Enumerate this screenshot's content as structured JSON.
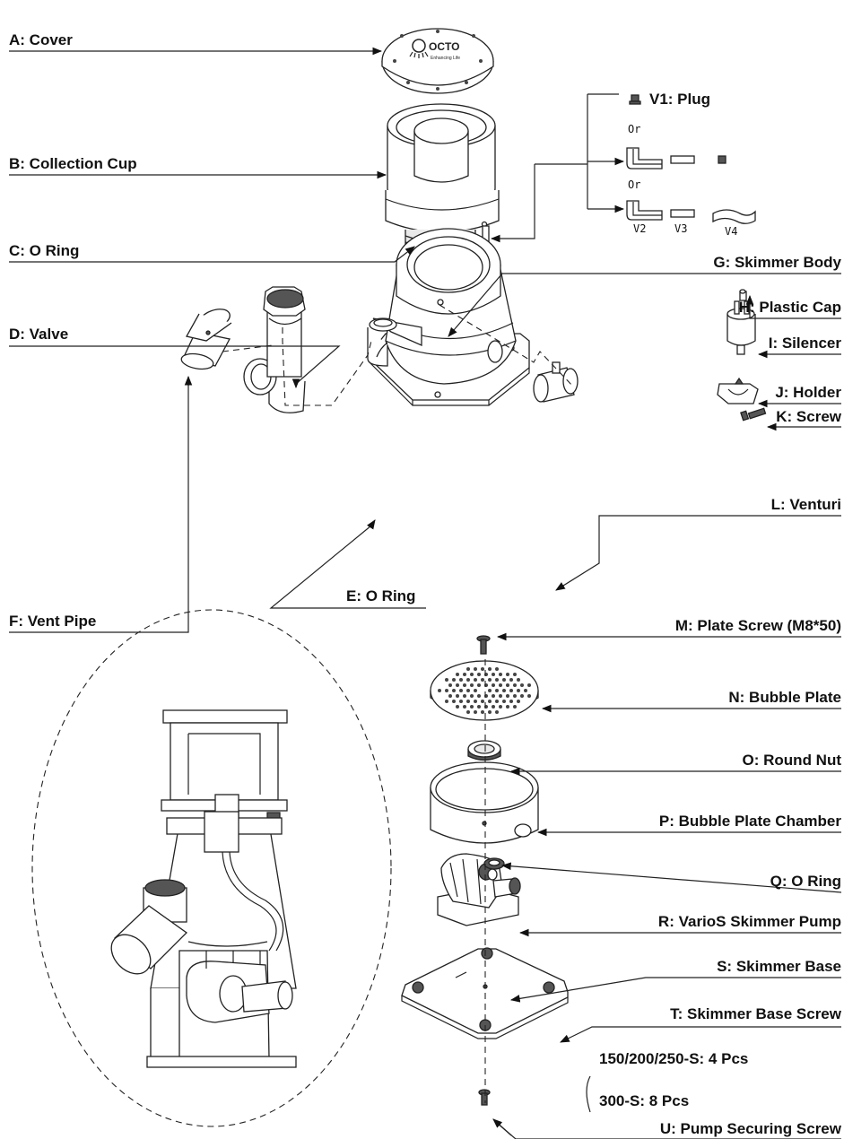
{
  "labels": {
    "a": "A: Cover",
    "b": "B: Collection Cup",
    "c": "C: O Ring",
    "v1": "V1: Plug",
    "or1": "Or",
    "or2": "Or",
    "v2": "V2",
    "v3": "V3",
    "v4": "V4",
    "g": "G: Skimmer Body",
    "h": "H: Plastic Cap",
    "i": "I: Silencer",
    "d": "D: Valve",
    "j": "J: Holder",
    "k": "K: Screw",
    "l": "L: Venturi",
    "e": "E: O Ring",
    "f": "F: Vent Pipe",
    "m": "M: Plate Screw (M8*50)",
    "n": "N: Bubble Plate",
    "o": "O: Round Nut",
    "p": "P: Bubble Plate Chamber",
    "q": "Q: O Ring",
    "r": "R: VarioS Skimmer Pump",
    "s": "S: Skimmer Base",
    "t": "T: Skimmer Base Screw",
    "t_note1": "150/200/250-S: 4 Pcs",
    "t_note2": "300-S: 8 Pcs",
    "u": "U: Pump Securing Screw"
  },
  "logo": {
    "brand": "OCTO",
    "tagline": "Enhancing Life"
  }
}
